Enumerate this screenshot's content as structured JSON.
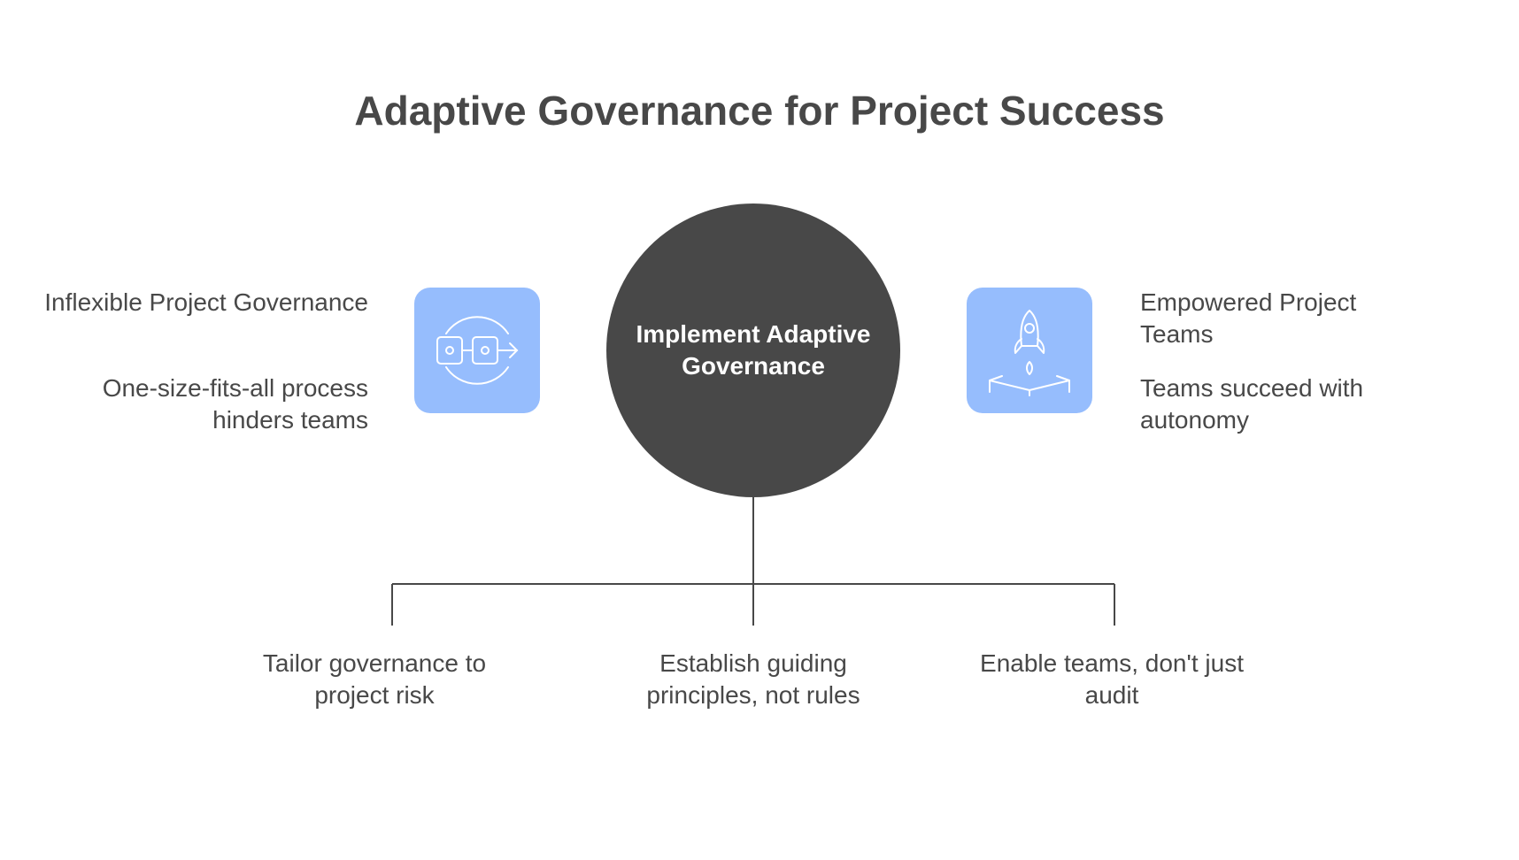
{
  "title": "Adaptive Governance for Project Success",
  "center": {
    "label": "Implement Adaptive Governance"
  },
  "left": {
    "icon": "process-flow-icon",
    "heading": "Inflexible Project Governance",
    "description": "One-size-fits-all process hinders teams"
  },
  "right": {
    "icon": "rocket-launch-icon",
    "heading": "Empowered Project Teams",
    "description": "Teams succeed with autonomy"
  },
  "branches": [
    {
      "label": "Tailor governance to project risk"
    },
    {
      "label": "Establish guiding principles, not rules"
    },
    {
      "label": "Enable teams, don't just audit"
    }
  ],
  "colors": {
    "accent": "#96bdfd",
    "dark": "#484848"
  }
}
